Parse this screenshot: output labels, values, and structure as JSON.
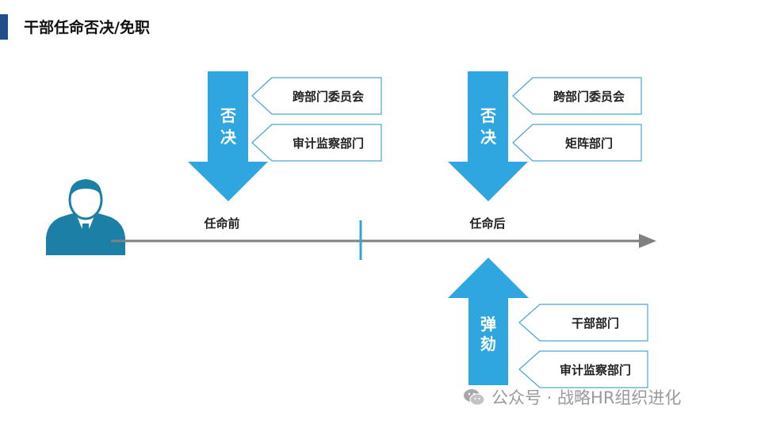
{
  "title": "干部任命否决/免职",
  "colors": {
    "accent": "#2fa6df",
    "timeline": "#808080",
    "person": "#1c7fa6",
    "tag_border": "#4aa6cf",
    "title_bar": "#1f4e8c"
  },
  "timeline": {
    "before_label": "任命前",
    "after_label": "任命后"
  },
  "veto_before": {
    "label_1": "否",
    "label_2": "决",
    "tags": [
      "跨部门委员会",
      "审计监察部门"
    ]
  },
  "veto_after": {
    "label_1": "否",
    "label_2": "决",
    "tags": [
      "跨部门委员会",
      "矩阵部门"
    ]
  },
  "impeach": {
    "label_1": "弹",
    "label_2": "劾",
    "tags": [
      "干部部门",
      "审计监察部门"
    ]
  },
  "watermark": {
    "text": "公众号 · 战略HR组织进化",
    "icon": "wechat-icon"
  },
  "person_icon": "person-icon"
}
